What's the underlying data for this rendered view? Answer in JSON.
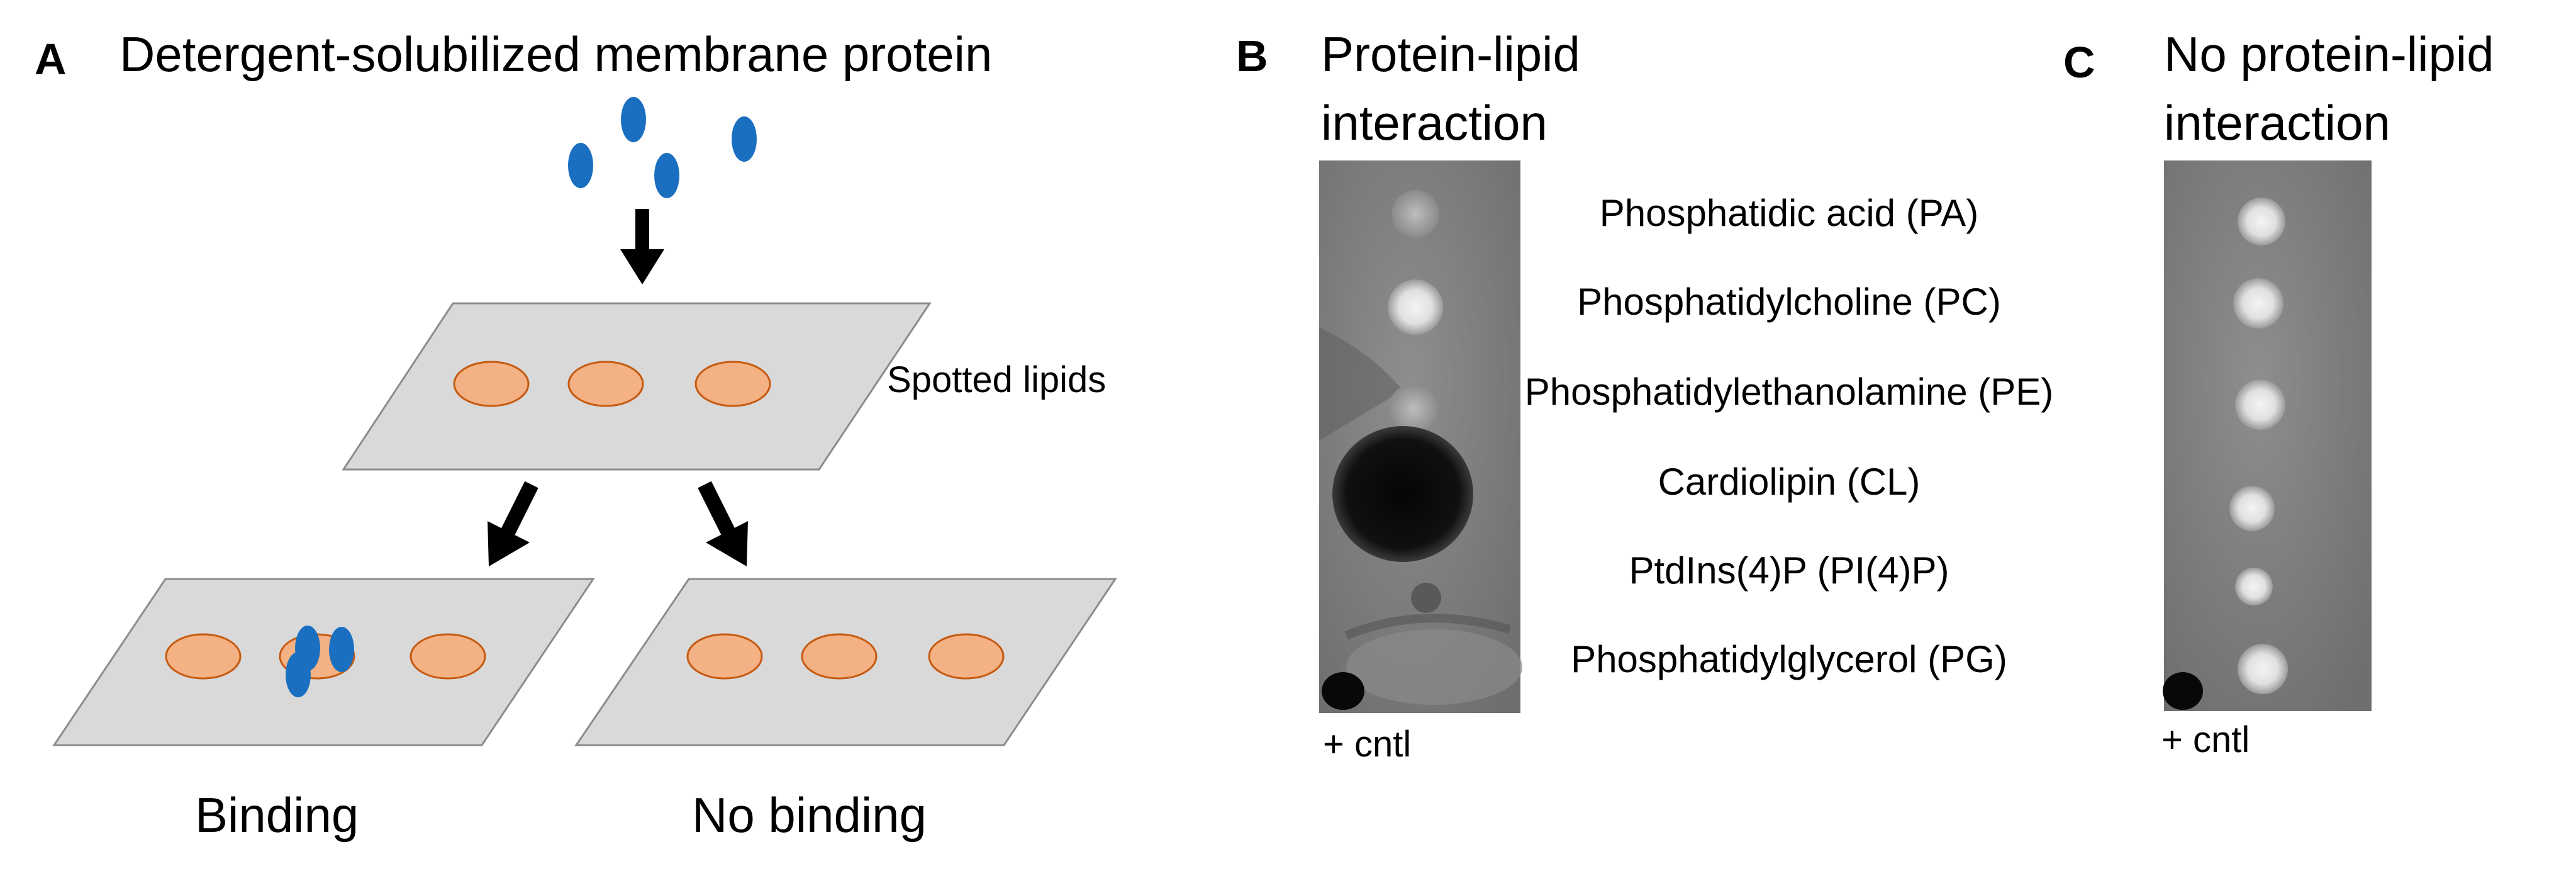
{
  "panel_a": {
    "letter": "A",
    "title": "Detergent-solubilized membrane protein",
    "spotted_label": "Spotted lipids",
    "binding_label": "Binding",
    "no_binding_label": "No binding"
  },
  "panel_b": {
    "letter": "B",
    "title_line1": "Protein-lipid",
    "title_line2": "interaction",
    "control_label": "+ cntl"
  },
  "panel_c": {
    "letter": "C",
    "title_line1": "No protein-lipid",
    "title_line2": "interaction",
    "control_label": "+ cntl"
  },
  "lipids": [
    "Phosphatidic acid (PA)",
    "Phosphatidylcholine (PC)",
    "Phosphatidylethanolamine (PE)",
    "Cardiolipin (CL)",
    "PtdIns(4)P (PI(4)P)",
    "Phosphatidylglycerol (PG)"
  ],
  "colors": {
    "protein": "#1a6fc0",
    "lipid_spot": "#f4b183",
    "lipid_spot_border": "#c55a11",
    "membrane": "#d9d9d9",
    "membrane_border": "#8c8c8c",
    "arrow": "#000000",
    "blot_background": "#7a7a7a"
  }
}
